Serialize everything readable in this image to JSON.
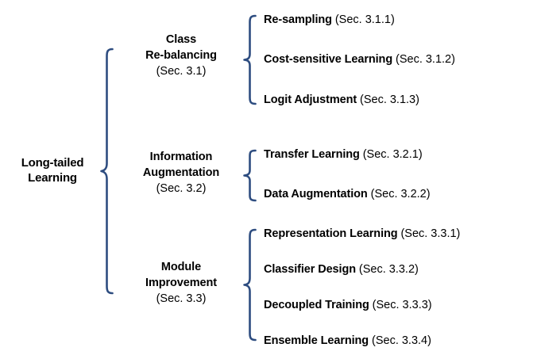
{
  "diagram": {
    "type": "taxonomy-tree",
    "orientation": "left-to-right",
    "brace_color": "#2e4d80",
    "text_color": "#000000",
    "background_color": "#ffffff",
    "root": {
      "line1": "Long-tailed",
      "line2": "Learning"
    },
    "categories": [
      {
        "name_line1": "Class",
        "name_line2": "Re-balancing",
        "section": "(Sec. 3.1)",
        "children": [
          {
            "name": "Re-sampling",
            "section": "(Sec. 3.1.1)"
          },
          {
            "name": "Cost-sensitive Learning",
            "section": "(Sec. 3.1.2)"
          },
          {
            "name": "Logit Adjustment",
            "section": "(Sec. 3.1.3)"
          }
        ]
      },
      {
        "name_line1": "Information",
        "name_line2": "Augmentation",
        "section": "(Sec. 3.2)",
        "children": [
          {
            "name": "Transfer Learning",
            "section": "(Sec. 3.2.1)"
          },
          {
            "name": "Data Augmentation",
            "section": "(Sec. 3.2.2)"
          }
        ]
      },
      {
        "name_line1": "Module",
        "name_line2": "Improvement",
        "section": "(Sec. 3.3)",
        "children": [
          {
            "name": "Representation Learning",
            "section": "(Sec. 3.3.1)"
          },
          {
            "name": "Classifier Design",
            "section": "(Sec. 3.3.2)"
          },
          {
            "name": "Decoupled Training",
            "section": "(Sec. 3.3.3)"
          },
          {
            "name": "Ensemble Learning",
            "section": "(Sec. 3.3.4)"
          }
        ]
      }
    ]
  }
}
